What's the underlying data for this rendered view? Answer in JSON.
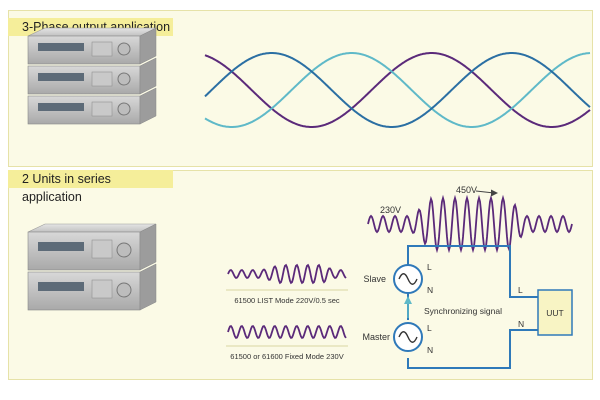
{
  "sections": {
    "top_title": "3-Phase output application",
    "bottom_title": "2 Units in series application"
  },
  "diagram": {
    "label_230v": "230V",
    "label_450v": "450V",
    "slave": "Slave",
    "master": "Master",
    "l": "L",
    "n": "N",
    "sync_signal": "Synchronizing signal",
    "uut": "UUT",
    "caption_list_mode": "61500 LIST Mode 220V/0.5 sec",
    "caption_fixed_mode": "61500 or 61600 Fixed Mode 230V"
  },
  "colors": {
    "panel_bg": "#fbfae6",
    "title_bg": "#f5ee9a",
    "wire": "#2f79b9",
    "wave_purple": "#5b2a7a",
    "wave_teal": "#5fb9c8",
    "wave_blue": "#2b6fa3"
  }
}
